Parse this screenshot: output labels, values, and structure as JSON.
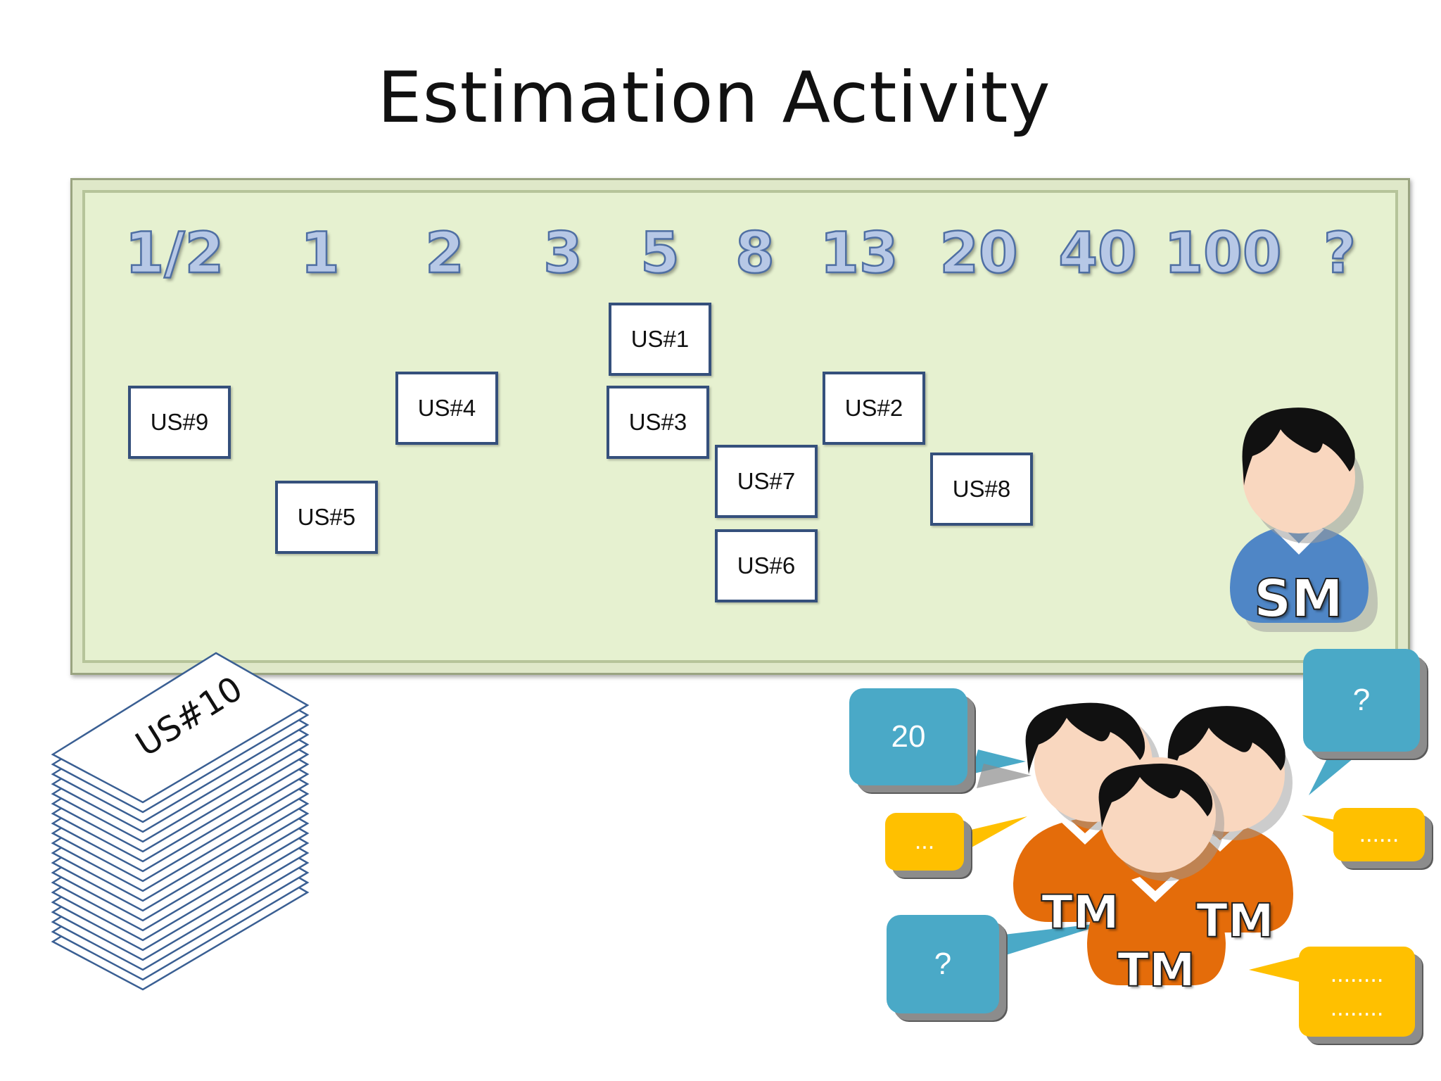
{
  "title": "Estimation Activity",
  "board": {
    "scale": [
      "1/2",
      "1",
      "2",
      "3",
      "5",
      "8",
      "13",
      "20",
      "40",
      "100",
      "?"
    ],
    "cards": [
      "US#1",
      "US#2",
      "US#3",
      "US#4",
      "US#5",
      "US#6",
      "US#7",
      "US#8",
      "US#9"
    ]
  },
  "deck": {
    "top_card": "US#10"
  },
  "roles": {
    "scrum_master": "SM",
    "team_member": "TM"
  },
  "bubbles": {
    "blue_20": "20",
    "blue_question_top": "?",
    "blue_question_bottom": "?",
    "yellow_small": "...",
    "yellow_right": "......",
    "yellow_bottom_line1": "........",
    "yellow_bottom_line2": "........"
  },
  "colors": {
    "board": "#e6f1d0",
    "card_border": "#35507c",
    "scale_text": "#b7c8e6",
    "scrum_master_body": "#4f86c6",
    "team_member_body": "#e46c0a",
    "bubble_blue": "#4aa9c7",
    "bubble_yellow": "#ffc000"
  }
}
